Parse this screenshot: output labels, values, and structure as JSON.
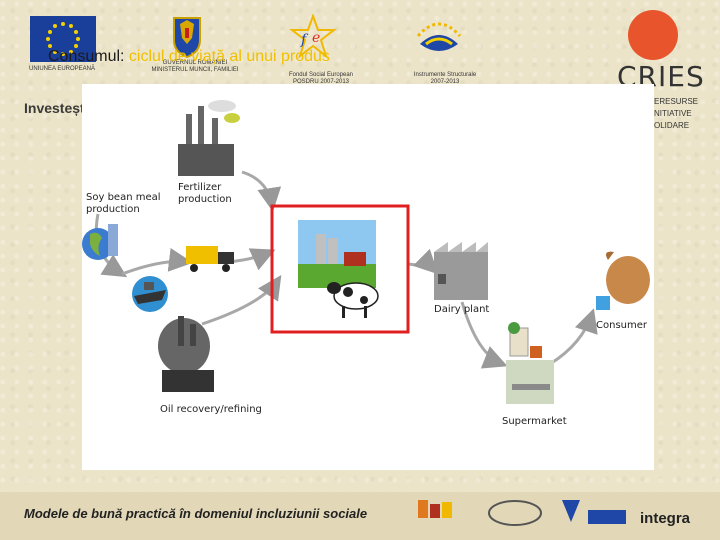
{
  "header": {
    "eu_caption": "UNIUNEA EUROPEANĂ",
    "ro_caption_line1": "GUVERNUL ROMÂNIEI",
    "ro_caption_line2": "MINISTERUL MUNCII, FAMILIEI",
    "fse_caption_line1": "Fondul Social European",
    "fse_caption_line2": "POSDRU 2007-2013",
    "is_caption_line1": "Instrumente Structurale",
    "is_caption_line2": "2007-2013",
    "cries_word": "CRIES",
    "cries_sub_line1": "ERESURSE",
    "cries_sub_line2": "NITIATIVE",
    "cries_sub_line3": "OLIDARE",
    "invest_text": "Investește"
  },
  "slide": {
    "title_prefix": "Consumul: ",
    "title_accent": "ciclul de viață al unui produs"
  },
  "diagram": {
    "soy": "Soy bean meal\nproduction",
    "fertilizer": "Fertilizer\nproduction",
    "oil": "Oil recovery/refining",
    "dairy": "Dairy plant",
    "consumer": "Consumer",
    "supermarket": "Supermarket",
    "highlight_color": "#e02020"
  },
  "footer": {
    "text": "Modele de bună practică în domeniul incluziunii sociale",
    "integra": "integra"
  }
}
